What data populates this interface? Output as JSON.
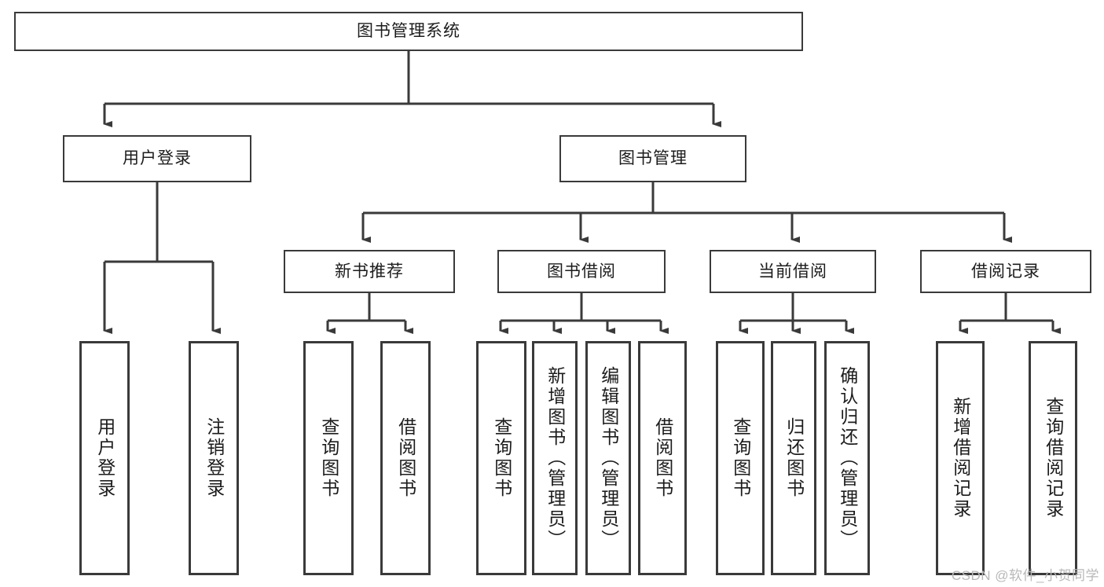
{
  "diagram": {
    "type": "tree-hierarchy",
    "title": "图书管理系统",
    "watermark": "CSDN @软件_小贺同学",
    "colors": {
      "stroke": "#3a3a3a",
      "fill": "#ffffff",
      "text": "#1c1c1c",
      "watermark": "#b8b8b8"
    },
    "nodes": {
      "root": {
        "label": "图书管理系统",
        "level": 0
      },
      "level1": [
        {
          "id": "user-login",
          "label": "用户登录"
        },
        {
          "id": "book-manage",
          "label": "图书管理"
        }
      ],
      "level2": [
        {
          "id": "new-book-recommend",
          "label": "新书推荐",
          "parent": "book-manage"
        },
        {
          "id": "book-borrow",
          "label": "图书借阅",
          "parent": "book-manage"
        },
        {
          "id": "current-borrow",
          "label": "当前借阅",
          "parent": "book-manage"
        },
        {
          "id": "borrow-record",
          "label": "借阅记录",
          "parent": "book-manage"
        }
      ],
      "leaves": [
        {
          "id": "leaf-user-login",
          "label": "用户登录",
          "parent": "user-login"
        },
        {
          "id": "leaf-user-logout",
          "label": "注销登录",
          "parent": "user-login"
        },
        {
          "id": "leaf-query-book-1",
          "label": "查询图书",
          "parent": "new-book-recommend"
        },
        {
          "id": "leaf-borrow-book-1",
          "label": "借阅图书",
          "parent": "new-book-recommend"
        },
        {
          "id": "leaf-query-book-2",
          "label": "查询图书",
          "parent": "book-borrow"
        },
        {
          "id": "leaf-add-book",
          "label": "新增图书（管理员）",
          "parent": "book-borrow"
        },
        {
          "id": "leaf-edit-book",
          "label": "编辑图书（管理员）",
          "parent": "book-borrow"
        },
        {
          "id": "leaf-borrow-book-2",
          "label": "借阅图书",
          "parent": "book-borrow"
        },
        {
          "id": "leaf-query-book-3",
          "label": "查询图书",
          "parent": "current-borrow"
        },
        {
          "id": "leaf-return-book",
          "label": "归还图书",
          "parent": "current-borrow"
        },
        {
          "id": "leaf-confirm-return",
          "label": "确认归还（管理员）",
          "parent": "current-borrow"
        },
        {
          "id": "leaf-add-record",
          "label": "新增借阅记录",
          "parent": "borrow-record"
        },
        {
          "id": "leaf-query-record",
          "label": "查询借阅记录",
          "parent": "borrow-record"
        }
      ]
    }
  }
}
